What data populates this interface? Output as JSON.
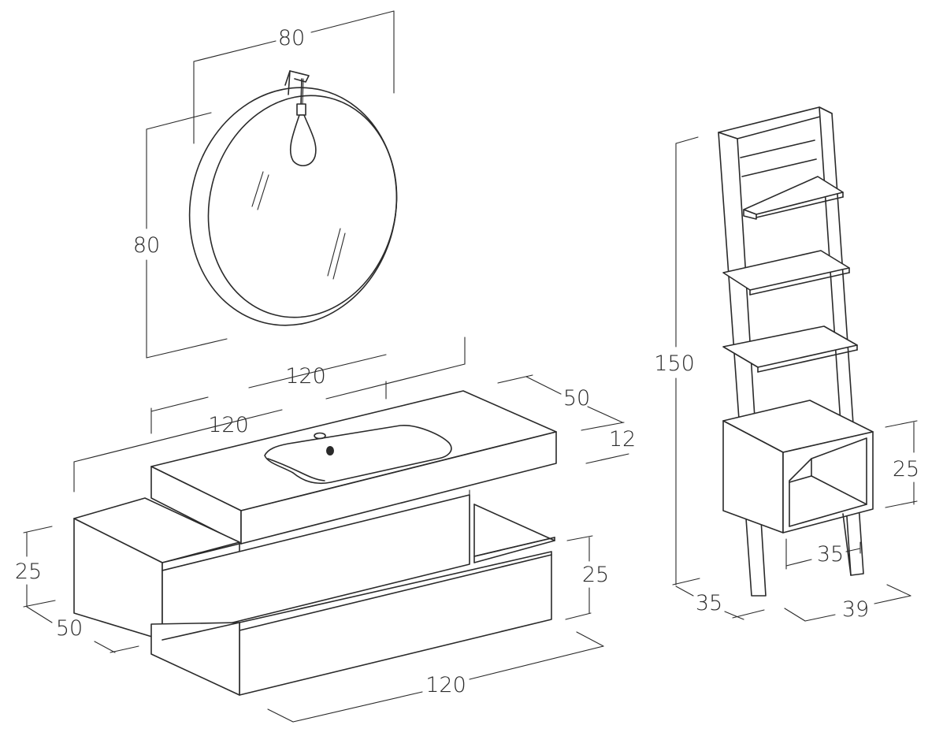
{
  "mirror": {
    "width_label": "80",
    "height_label": "80"
  },
  "vanity": {
    "top_width_label": "120",
    "basin_width_label": "120",
    "depth_label": "50",
    "top_thickness_label": "12",
    "left_unit_height_label": "25",
    "left_unit_depth_label": "50",
    "drawer_height_label": "25",
    "bottom_width_label": "120"
  },
  "ladder": {
    "height_label": "150",
    "box_height_label": "25",
    "box_width_label": "35",
    "base_depth_label": "35",
    "base_width_label": "39"
  }
}
